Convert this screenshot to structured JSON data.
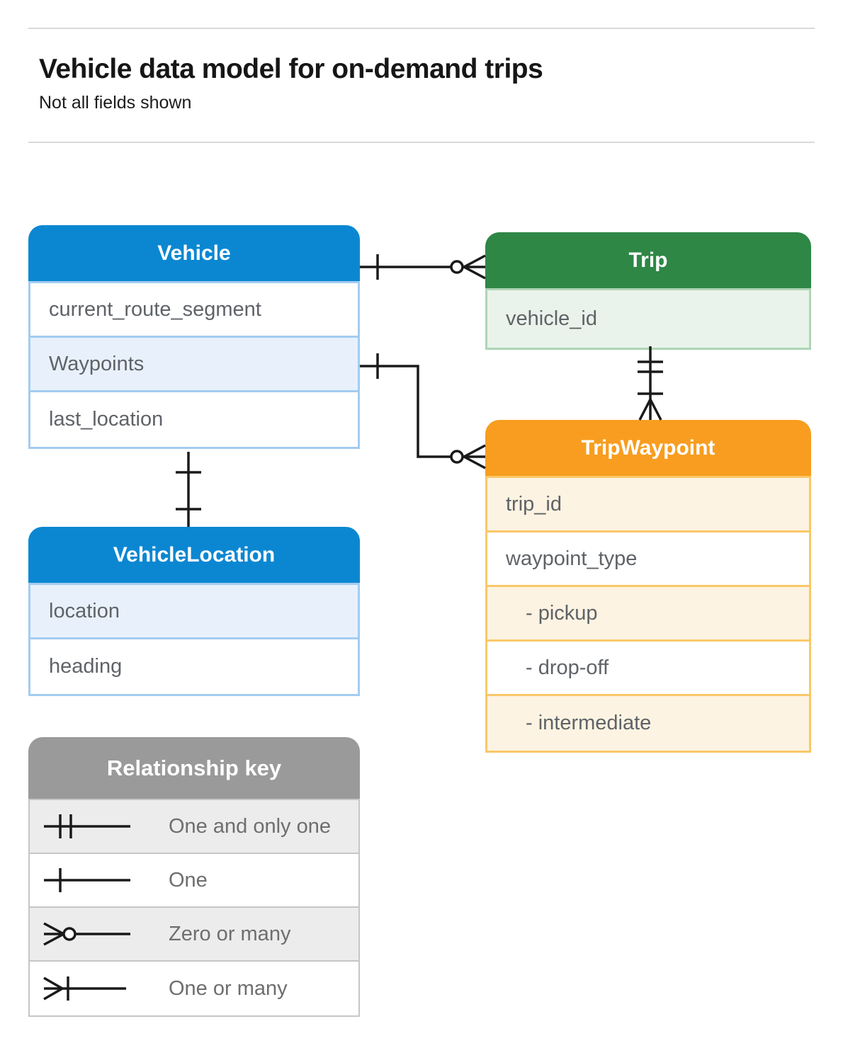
{
  "header": {
    "title": "Vehicle data model for on-demand trips",
    "subtitle": "Not all fields shown"
  },
  "entities": {
    "vehicle": {
      "title": "Vehicle",
      "fields": [
        "current_route_segment",
        "Waypoints",
        "last_location"
      ]
    },
    "trip": {
      "title": "Trip",
      "fields": [
        "vehicle_id"
      ]
    },
    "tripWaypoint": {
      "title": "TripWaypoint",
      "fields": [
        "trip_id",
        "waypoint_type",
        "- pickup",
        "- drop-off",
        "- intermediate"
      ]
    },
    "vehicleLocation": {
      "title": "VehicleLocation",
      "fields": [
        "location",
        "heading"
      ]
    }
  },
  "legend": {
    "title": "Relationship key",
    "items": [
      {
        "symbol": "one-and-only-one-symbol",
        "label": "One and only one"
      },
      {
        "symbol": "one-symbol",
        "label": "One"
      },
      {
        "symbol": "zero-or-many-symbol",
        "label": "Zero or many"
      },
      {
        "symbol": "one-or-many-symbol",
        "label": "One or many"
      }
    ]
  },
  "connections": [
    {
      "from": "Vehicle",
      "to": "Trip",
      "from_cardinality": "One",
      "to_cardinality": "Zero or many"
    },
    {
      "from": "Vehicle.Waypoints",
      "to": "TripWaypoint",
      "from_cardinality": "One",
      "to_cardinality": "Zero or many"
    },
    {
      "from": "Trip",
      "to": "TripWaypoint",
      "from_cardinality": "One and only one",
      "to_cardinality": "One or many"
    },
    {
      "from": "Vehicle",
      "to": "VehicleLocation",
      "from_cardinality": "One",
      "to_cardinality": "One"
    }
  ],
  "colors": {
    "blue_header": "#0b87d2",
    "blue_border": "#a3ccf0",
    "blue_row": "#e8f1fb",
    "green_header": "#2e8745",
    "green_border": "#afd5b6",
    "green_row": "#e9f3eb",
    "orange_header": "#f89d20",
    "orange_border": "#fac868",
    "orange_row": "#fdf3e2",
    "gray_header": "#9a9a9a",
    "gray_border": "#c6c6c6",
    "gray_row": "#ececec",
    "connector": "#1a1a1a",
    "field_text": "#5f6368",
    "title_text": "#161616"
  }
}
